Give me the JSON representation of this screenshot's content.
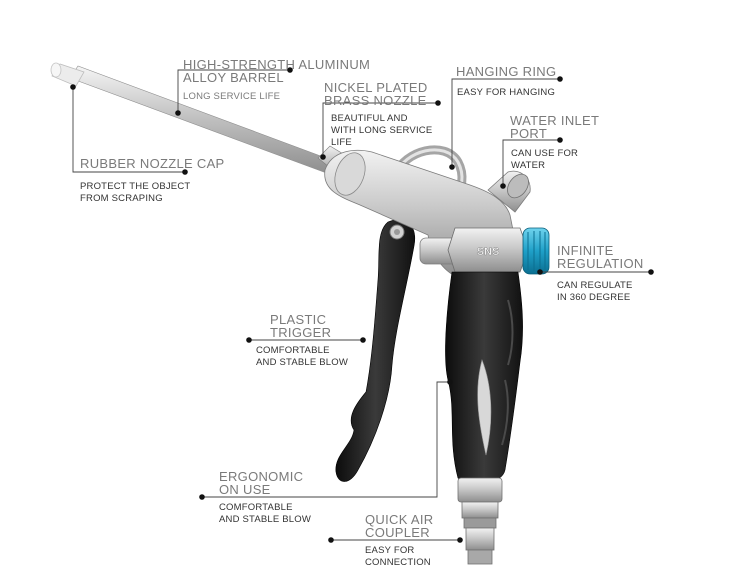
{
  "callouts": {
    "rubber_nozzle_cap": {
      "title": [
        "RUBBER NOZZLE CAP"
      ],
      "desc": [
        "PROTECT THE OBJECT",
        "FROM SCRAPING"
      ]
    },
    "aluminum_barrel": {
      "title": [
        "HIGH-STRENGTH ALUMINUM",
        "ALLOY BARREL"
      ],
      "desc": [
        "LONG SERVICE LIFE"
      ]
    },
    "nickel_nozzle": {
      "title": [
        "NICKEL PLATED",
        "BRASS NOZZLE"
      ],
      "desc": [
        "BEAUTIFUL AND",
        "WITH LONG SERVICE",
        "LIFE"
      ]
    },
    "hanging_ring": {
      "title": [
        "HANGING RING"
      ],
      "desc": [
        "EASY FOR HANGING"
      ]
    },
    "water_inlet": {
      "title": [
        "WATER INLET",
        "PORT"
      ],
      "desc": [
        "CAN USE FOR",
        "WATER"
      ]
    },
    "infinite_regulation": {
      "title": [
        "INFINITE",
        "REGULATION"
      ],
      "desc": [
        "CAN REGULATE",
        "IN 360 DEGREE"
      ]
    },
    "plastic_trigger": {
      "title": [
        "PLASTIC",
        "TRIGGER"
      ],
      "desc": [
        "COMFORTABLE",
        "AND STABLE BLOW"
      ]
    },
    "ergonomic": {
      "title": [
        "ERGONOMIC",
        "ON USE"
      ],
      "desc": [
        "COMFORTABLE",
        "AND STABLE BLOW"
      ]
    },
    "quick_coupler": {
      "title": [
        "QUICK AIR",
        "COUPLER"
      ],
      "desc": [
        "EASY FOR",
        "CONNECTION"
      ]
    }
  },
  "product": {
    "logo_text": "SNS"
  },
  "colors": {
    "title": "#7a7a7a",
    "desc": "#333333",
    "leader": "#444444",
    "knob": "#1fa0c8",
    "grip": "#1a1a1a",
    "metal": "#c8c8c8"
  }
}
